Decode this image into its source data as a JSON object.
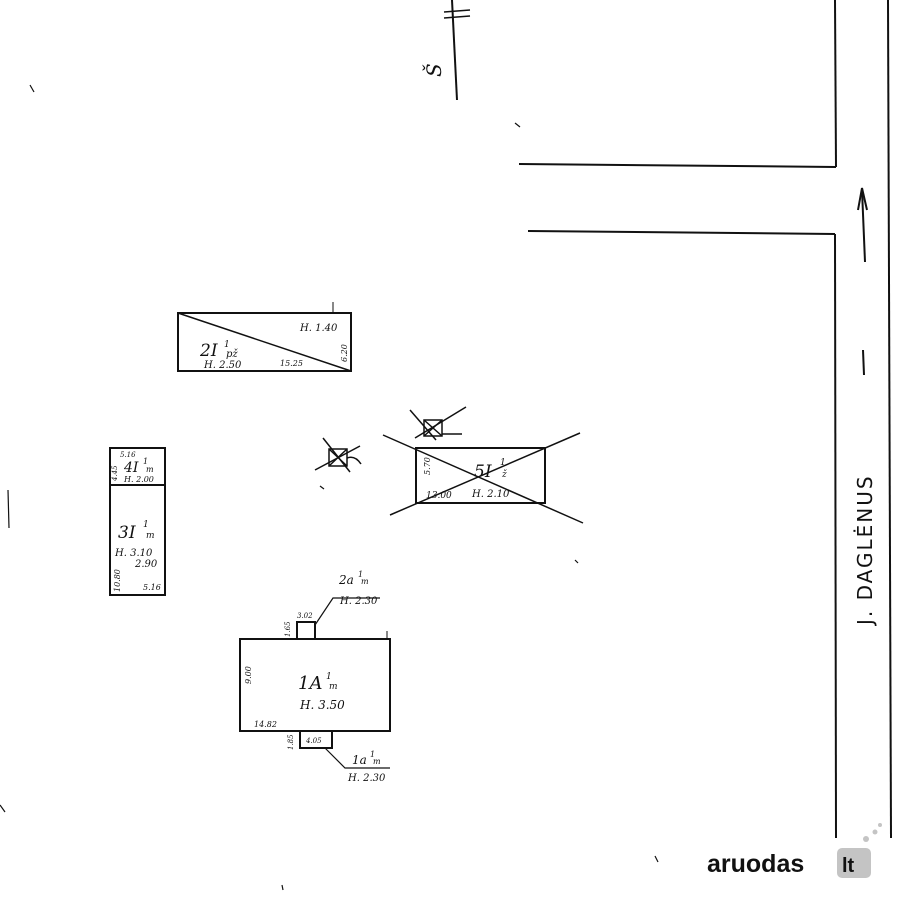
{
  "street": {
    "name": "J. DAGLĖNUS"
  },
  "north_mark": "Š",
  "buildings": {
    "b1": {
      "label": "1A",
      "sup": "1",
      "sub": "m",
      "height": "H. 3.50",
      "dim_w": "14.82",
      "dim_h": "9.00"
    },
    "b2a": {
      "label": "2a",
      "sup": "1",
      "sub": "m",
      "height": "H. 2.30",
      "dim_w": "3.02",
      "dim_h": "1.65"
    },
    "b1a": {
      "label": "1a",
      "sup": "1",
      "sub": "m",
      "height": "H. 2.30",
      "dim_w": "4.05",
      "dim_h": "1.85"
    },
    "b2": {
      "label": "2I",
      "sup": "1",
      "sub": "pž",
      "height": "H. 2.50",
      "height2": "H. 1.40",
      "dim_w": "15.25",
      "dim_h": "6.20"
    },
    "b3": {
      "label": "3I",
      "sup": "1",
      "sub": "m",
      "height": "H. 3.10",
      "height_alt": "2.90",
      "dim_w": "5.16",
      "dim_h": "10.80"
    },
    "b4": {
      "label": "4I",
      "sup": "1",
      "sub": "m",
      "height": "H. 2.00",
      "dim_w": "5.16",
      "dim_h": "4.45"
    },
    "b5": {
      "label": "5I",
      "sup": "1",
      "sub": "ž",
      "height": "H. 2.10",
      "dim_w": "13.00",
      "dim_h": "5.70"
    }
  },
  "watermark": {
    "text": "aruodas",
    "tld": "lt"
  }
}
